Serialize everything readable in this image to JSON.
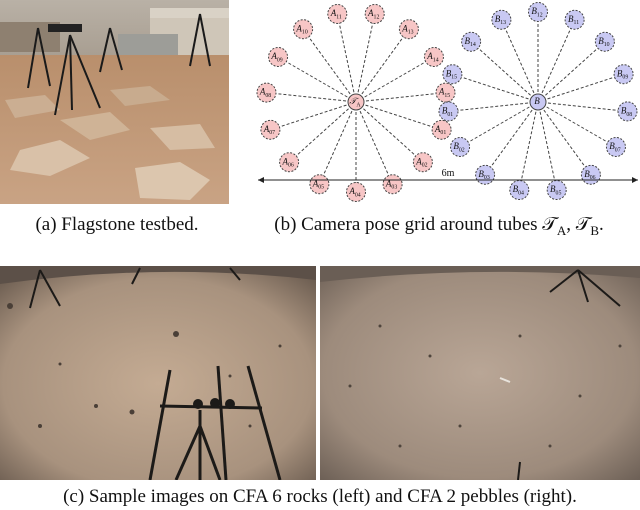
{
  "figure": {
    "captions": {
      "a": "(a) Flagstone testbed.",
      "b": "(b) Camera pose grid around tubes 𝒯",
      "b_sub_a": "A",
      "b_sep": ", 𝒯",
      "b_sub_b": "B",
      "b_end": ".",
      "c": "(c) Sample images on CFA 6 rocks (left) and CFA 2 pebbles (right)."
    },
    "diagram": {
      "center_a": {
        "base": "𝒯",
        "sub": "A"
      },
      "center_b": {
        "base": "B",
        "sub": ""
      },
      "scale_label": "6m",
      "colors": {
        "a_fill": "#f7c6c6",
        "b_fill": "#c9c9f3",
        "stroke": "#444444"
      },
      "nodes_a": [
        {
          "id": "A11",
          "base": "A",
          "sub": "11"
        },
        {
          "id": "A12",
          "base": "A",
          "sub": "12"
        },
        {
          "id": "A13",
          "base": "A",
          "sub": "13"
        },
        {
          "id": "A14",
          "base": "A",
          "sub": "14"
        },
        {
          "id": "A15",
          "base": "A",
          "sub": "15"
        },
        {
          "id": "A01",
          "base": "A",
          "sub": "01"
        },
        {
          "id": "A02",
          "base": "A",
          "sub": "02"
        },
        {
          "id": "A03",
          "base": "A",
          "sub": "03"
        },
        {
          "id": "A04",
          "base": "A",
          "sub": "04"
        },
        {
          "id": "A05",
          "base": "A",
          "sub": "05"
        },
        {
          "id": "A06",
          "base": "A",
          "sub": "06"
        },
        {
          "id": "A07",
          "base": "A",
          "sub": "07"
        },
        {
          "id": "A08",
          "base": "A",
          "sub": "08"
        },
        {
          "id": "A09",
          "base": "A",
          "sub": "09"
        },
        {
          "id": "A10",
          "base": "A",
          "sub": "10"
        }
      ],
      "nodes_b": [
        {
          "id": "B12",
          "base": "B",
          "sub": "12"
        },
        {
          "id": "B11",
          "base": "B",
          "sub": "11"
        },
        {
          "id": "B10",
          "base": "B",
          "sub": "10"
        },
        {
          "id": "B09",
          "base": "B",
          "sub": "09"
        },
        {
          "id": "B08",
          "base": "B",
          "sub": "08"
        },
        {
          "id": "B07",
          "base": "B",
          "sub": "07"
        },
        {
          "id": "B06",
          "base": "B",
          "sub": "06"
        },
        {
          "id": "B05",
          "base": "B",
          "sub": "05"
        },
        {
          "id": "B04",
          "base": "B",
          "sub": "04"
        },
        {
          "id": "B03",
          "base": "B",
          "sub": "03"
        },
        {
          "id": "B02",
          "base": "B",
          "sub": "02"
        },
        {
          "id": "B01",
          "base": "B",
          "sub": "01"
        },
        {
          "id": "B15",
          "base": "B",
          "sub": "15"
        },
        {
          "id": "B14",
          "base": "B",
          "sub": "14"
        },
        {
          "id": "B13",
          "base": "B",
          "sub": "13"
        }
      ]
    }
  }
}
